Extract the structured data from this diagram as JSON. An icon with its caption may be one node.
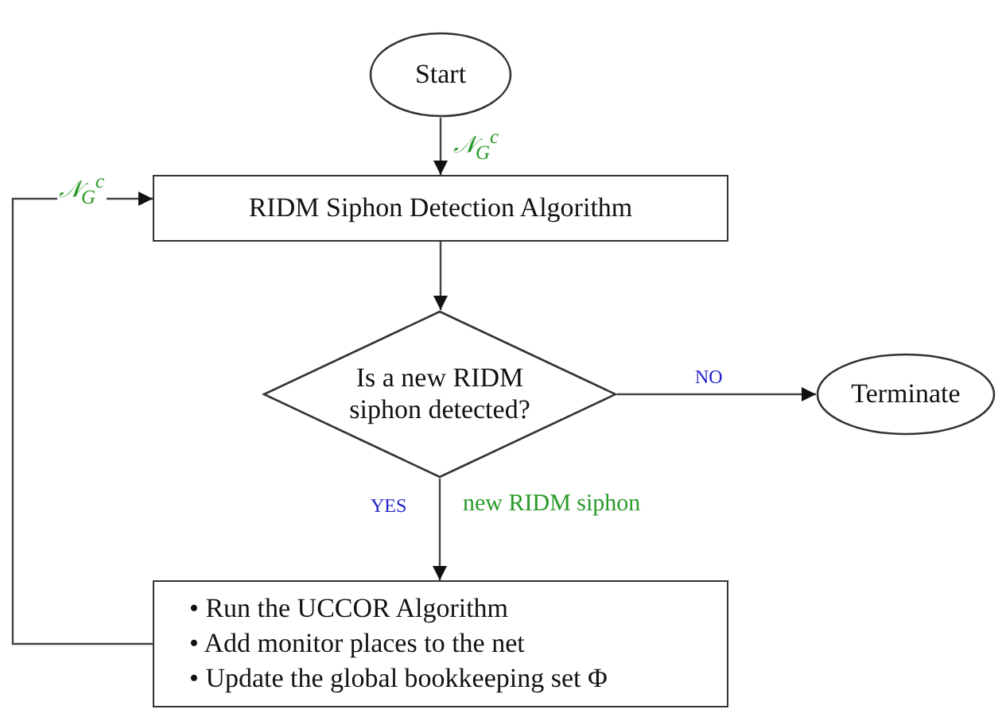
{
  "diagram": {
    "nodes": [
      {
        "text": [
          "Start"
        ]
      },
      {
        "text": [
          "RIDM Siphon Detection Algorithm"
        ]
      },
      {
        "text": [
          "Is a new RIDM siphon detected?"
        ]
      },
      {
        "text": [
          "Terminate"
        ]
      },
      {
        "text": [
          "• Run the UCCOR Algorithm",
          "• Add monitor places to the net",
          "• Update the global bookkeeping set Φ"
        ]
      }
    ],
    "edges": [
      {
        "from": 0,
        "to": 1,
        "arrow": "to",
        "label": "𝒩$_{G}$$^{c}$"
      },
      {
        "from": 1,
        "to": 2,
        "arrow": "to"
      },
      {
        "from": 2,
        "to": 3,
        "arrow": "to",
        "label": "NO"
      },
      {
        "from": 2,
        "to": 4,
        "arrow": "to",
        "label": "YES"
      },
      {
        "from": 4,
        "to": 1,
        "arrow": "to",
        "label": "𝒩$_{G}$$^{c}$"
      }
    ],
    "labels": [
      "new RIDM siphon"
    ]
  }
}
